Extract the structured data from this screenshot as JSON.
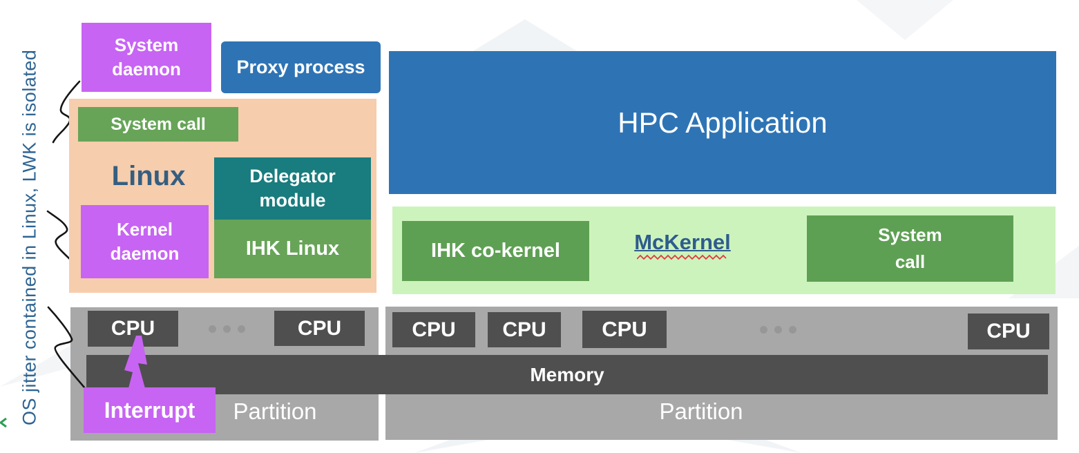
{
  "side_note": {
    "text": "OS jitter contained in Linux, LWK is isolated"
  },
  "top": {
    "system_daemon": "System\ndaemon",
    "proxy_process": "Proxy process",
    "hpc_application": "HPC Application"
  },
  "linux": {
    "title": "Linux",
    "system_call": "System call",
    "delegator_module": "Delegator\nmodule",
    "kernel_daemon": "Kernel\ndaemon",
    "ihk_linux": "IHK Linux"
  },
  "mckernel": {
    "ihk_co_kernel": "IHK co-kernel",
    "title": "McKernel",
    "system_call": "System\ncall"
  },
  "hardware": {
    "cpu_label": "CPU",
    "memory_label": "Memory",
    "partition_left_label": "Partition",
    "partition_right_label": "Partition",
    "interrupt_label": "Interrupt"
  },
  "colors": {
    "daemon_purple": "#C764F3",
    "box_blue": "#2E74B5",
    "delegator_teal": "#197C7E",
    "green_dark": "#67A458",
    "green_mid": "#5EA053",
    "linux_peach": "#F6CDAD",
    "mckernel_band_green": "#CDF3BD",
    "partition_gray": "#A8A8A8",
    "hardware_dark_gray": "#4F4F4F",
    "side_note_blue": "#2E6493",
    "linux_title_blue": "#355E80",
    "mckernel_text_blue": "#2E5C8C",
    "squiggle_black": "#151515",
    "spellcheck_red": "#E03A3A"
  }
}
